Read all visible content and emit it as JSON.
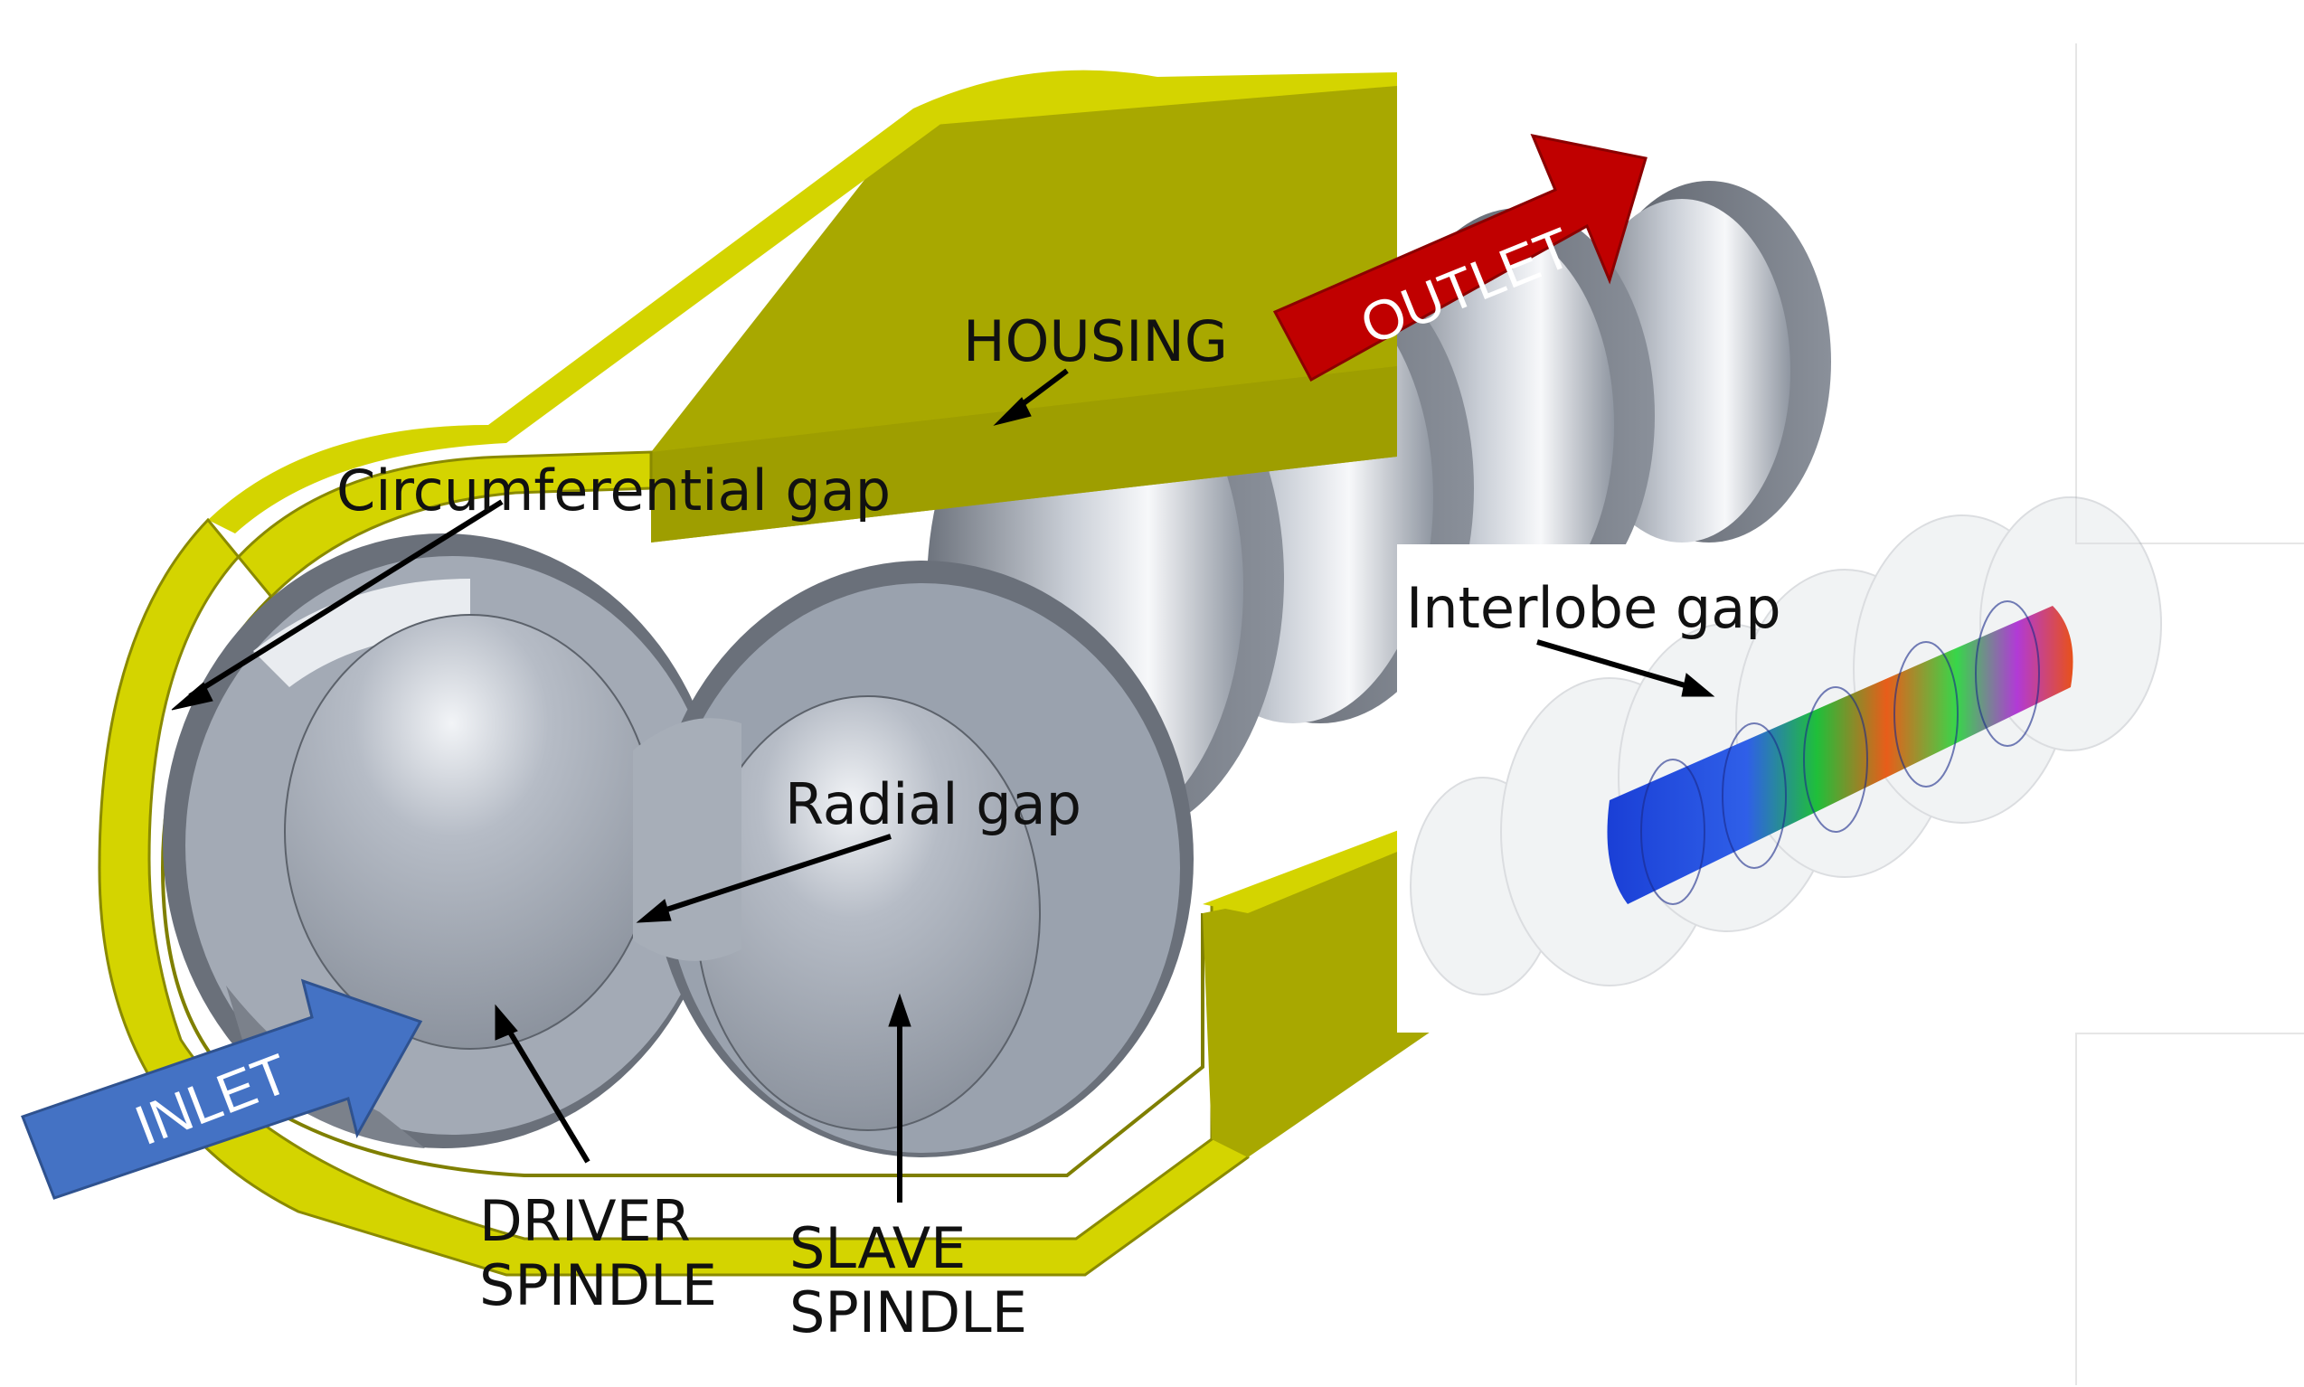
{
  "labels": {
    "housing": "HOUSING",
    "circumferential_gap": "Circumferential gap",
    "radial_gap": "Radial gap",
    "interlobe_gap": "Interlobe gap",
    "driver_spindle_line1": "DRIVER",
    "driver_spindle_line2": "SPINDLE",
    "slave_spindle_line1": "SLAVE",
    "slave_spindle_line2": "SPINDLE",
    "inlet": "INLET",
    "outlet": "OUTLET"
  },
  "colors": {
    "housing": "#d4d400",
    "housing_dark": "#9e9e00",
    "spindle": "#9aa2ae",
    "inlet_arrow": "#4472c4",
    "outlet_arrow": "#c00000"
  }
}
